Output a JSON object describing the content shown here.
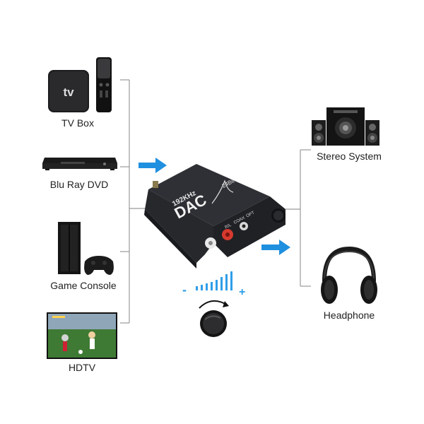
{
  "sources": [
    {
      "id": "tv-box",
      "label": "TV Box",
      "logo_text": "tv"
    },
    {
      "id": "blu-ray",
      "label": "Blu Ray DVD"
    },
    {
      "id": "game-console",
      "label": "Game Console"
    },
    {
      "id": "hdtv",
      "label": "HDTV"
    }
  ],
  "outputs": [
    {
      "id": "stereo",
      "label": "Stereo System"
    },
    {
      "id": "headphone",
      "label": "Headphone"
    }
  ],
  "device": {
    "brand": "DAC",
    "freq": "192KHz",
    "bits": "24Bit",
    "ports": [
      "R/L",
      "COAX",
      "OPT"
    ]
  },
  "volume": {
    "minus": "-",
    "plus": "+"
  },
  "colors": {
    "arrow": "#1f8fe0",
    "line": "#9a9a9a",
    "device": "#2b2d31",
    "bars": "#2f9ee8"
  }
}
